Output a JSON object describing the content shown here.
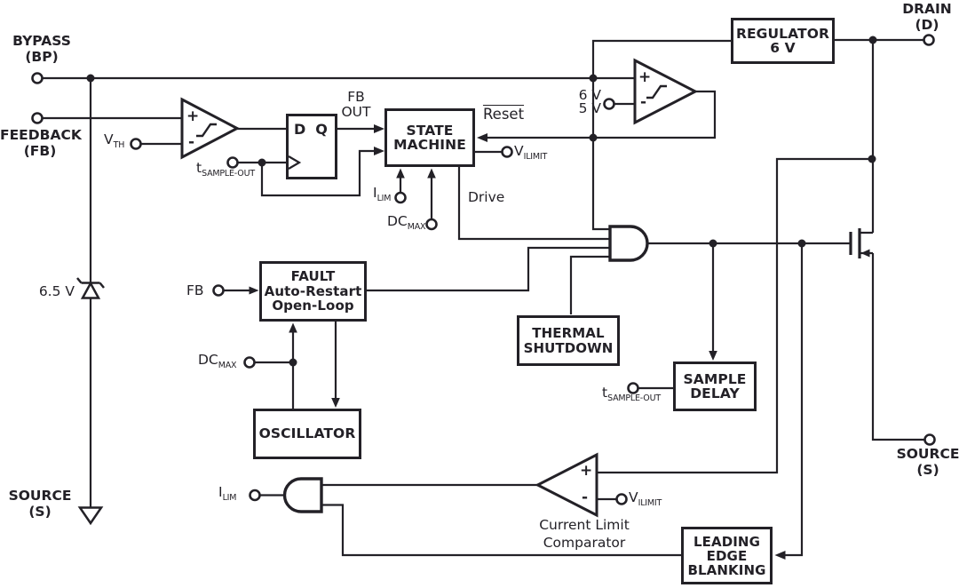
{
  "colors": {
    "ink": "#232127",
    "background": "#ffffff"
  },
  "terminals": {
    "bypass": {
      "line1": "BYPASS",
      "line2": "(BP)"
    },
    "feedback": {
      "line1": "FEEDBACK",
      "line2": "(FB)"
    },
    "drain": {
      "line1": "DRAIN",
      "line2": "(D)"
    },
    "source_left": {
      "line1": "SOURCE",
      "line2": "(S)"
    },
    "source_right": {
      "line1": "SOURCE",
      "line2": "(S)"
    }
  },
  "blocks": {
    "regulator": {
      "line1": "REGULATOR",
      "line2": "6 V"
    },
    "state_machine": {
      "line1": "STATE",
      "line2": "MACHINE"
    },
    "fault": {
      "line1": "FAULT",
      "line2": "Auto-Restart",
      "line3": "Open-Loop"
    },
    "oscillator": {
      "line1": "OSCILLATOR"
    },
    "thermal_shutdown": {
      "line1": "THERMAL",
      "line2": "SHUTDOWN"
    },
    "sample_delay": {
      "line1": "SAMPLE",
      "line2": "DELAY"
    },
    "leading_edge_blanking": {
      "line1": "LEADING",
      "line2": "EDGE",
      "line3": "BLANKING"
    }
  },
  "flip_flop": {
    "d_label": "D",
    "q_label": "Q"
  },
  "labels": {
    "v_th": {
      "base": "V",
      "sub": "TH"
    },
    "t_sample_out_top": {
      "base": "t",
      "sub": "SAMPLE-OUT"
    },
    "t_sample_out_delay": {
      "base": "t",
      "sub": "SAMPLE-OUT"
    },
    "fb_out": {
      "line1": "FB",
      "line2": "OUT"
    },
    "reset": "Reset",
    "drive": "Drive",
    "fb_fault_input": "FB",
    "zener_voltage": "6.5 V",
    "comparator_6v": "6 V",
    "comparator_5v": "5 V",
    "v_ilimit_state_machine": {
      "base": "V",
      "sub": "ILIMIT"
    },
    "v_ilimit_comparator": {
      "base": "V",
      "sub": "ILIMIT"
    },
    "i_lim_state_machine": {
      "base": "I",
      "sub": "LIM"
    },
    "i_lim_gate": {
      "base": "I",
      "sub": "LIM"
    },
    "dc_max_state_machine": {
      "base": "DC",
      "sub": "MAX"
    },
    "dc_max_fault": {
      "base": "DC",
      "sub": "MAX"
    },
    "current_limit_comparator": {
      "line1": "Current Limit",
      "line2": "Comparator"
    },
    "plus": "+",
    "minus": "-"
  }
}
